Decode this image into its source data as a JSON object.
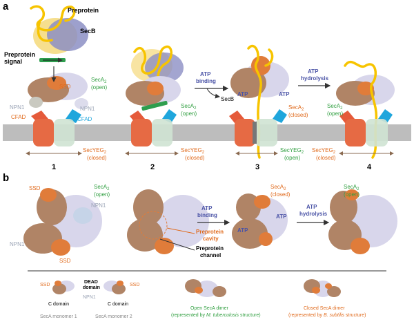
{
  "colors": {
    "membrane": "#b9b9b9",
    "secA_brown": "#a47a5c",
    "secA_orange": "#e07c3a",
    "secA_lavender": "#cfcde6",
    "secb_blue": "#8c8fc4",
    "preprotein_yellow": "#f7c400",
    "signal_green": "#2e9e4e",
    "cfad_cyan": "#1fa6dc",
    "secYEG_green": "#cfe3d3",
    "secYEG_orange": "#f08a5a",
    "label_green": "#2f9e3f",
    "label_orange": "#e06a1c",
    "label_blue": "#4a53a6",
    "label_grey": "#9aa3b5"
  },
  "panel_a": {
    "label": "a",
    "preprotein": "Preprotein",
    "secb": "SecB",
    "preprotein_signal": "Preprotein\nsignal",
    "ssd": "SSD",
    "npn1_left": "NPN1",
    "npn1_right": "NPN1",
    "cfad_left": "CFAD",
    "cfad_right": "CFAD",
    "atp_binding": "ATP\nbinding",
    "atp_hydrolysis": "ATP\nhydrolysis",
    "secb_released": "SecB",
    "atp_1": "ATP",
    "atp_2": "ATP",
    "states": [
      {
        "number": "1",
        "seca_text": "SecA",
        "seca_sub": "2",
        "seca_state": "(open)",
        "secyeg_text": "SecYEG",
        "secyeg_sub": "2",
        "secyeg_state": "(closed)"
      },
      {
        "number": "2",
        "seca_text": "SecA",
        "seca_sub": "2",
        "seca_state": "(open)",
        "secyeg_text": "SecYEG",
        "secyeg_sub": "2",
        "secyeg_state": "(closed)"
      },
      {
        "number": "3",
        "seca_text": "SecA",
        "seca_sub": "2",
        "seca_state": "(closed)",
        "secyeg_text": "SecYEG",
        "secyeg_sub": "2",
        "secyeg_state": "(open)"
      },
      {
        "number": "4",
        "seca_text": "SecA",
        "seca_sub": "2",
        "seca_state": "(open)",
        "secyeg_text": "SecYEG",
        "secyeg_sub": "2",
        "secyeg_state": "(closed)"
      }
    ]
  },
  "panel_b": {
    "label": "b",
    "ssd_top": "SSD",
    "ssd_bottom": "SSD",
    "npn1_right": "NPN1",
    "npn1_left": "NPN1",
    "seca_1": {
      "text": "SecA",
      "sub": "2",
      "state": "(open)"
    },
    "seca_3": {
      "text": "SecA",
      "sub": "2",
      "state": "(closed)"
    },
    "seca_4": {
      "text": "SecA",
      "sub": "2",
      "state": "(open)"
    },
    "atp_binding": "ATP\nbinding",
    "atp_hydrolysis": "ATP\nhydrolysis",
    "atp_1": "ATP",
    "atp_2": "ATP",
    "preprotein_cavity": "Preprotein\ncavity",
    "preprotein_channel": "Preprotein\nchannel"
  },
  "legend": {
    "ssd_left": "SSD",
    "ssd_right": "SSD",
    "dead_domain": "DEAD\ndomain",
    "npn1": "NPN1",
    "c_domain_left": "C domain",
    "c_domain_right": "C domain",
    "monomer_1": "SecA monomer 1",
    "monomer_2": "SecA monomer 2",
    "open_dimer": "Open SecA dimer",
    "open_dimer_note_prefix": "(represented by ",
    "open_dimer_species": "M. tuberculosis",
    "open_dimer_note_suffix": " structure)",
    "closed_dimer": "Closed SecA dimer",
    "closed_dimer_note_prefix": "(represented by ",
    "closed_dimer_species": "B. subtilis",
    "closed_dimer_note_suffix": " structure)"
  }
}
